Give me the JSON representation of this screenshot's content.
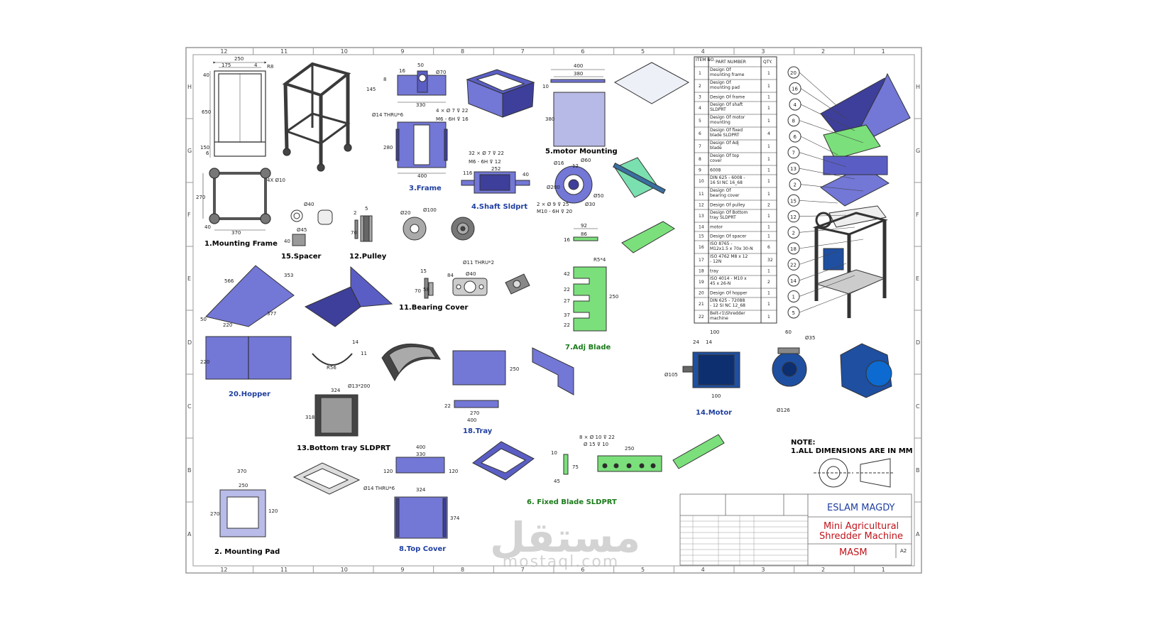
{
  "zones": {
    "cols": [
      "12",
      "11",
      "10",
      "9",
      "8",
      "7",
      "6",
      "5",
      "4",
      "3",
      "2",
      "1"
    ],
    "rows": [
      "H",
      "G",
      "F",
      "E",
      "D",
      "C",
      "B",
      "A"
    ]
  },
  "colors": {
    "part": "#7377d6",
    "part_dark": "#3e3f9a",
    "blade": "#7be07b",
    "frame": "#4a4a4a",
    "blue_label": "#1f3fa0",
    "green_label": "#1a7a1a",
    "red": "#c0141b"
  },
  "labels": {
    "mounting_frame": "1.Mounting Frame",
    "mounting_pad": "2. Mounting Pad",
    "frame": "3.Frame",
    "shaft": "4.Shaft Sldprt",
    "motor_mounting": "5.motor Mounting",
    "fixed_blade": "6. Fixed Blade SLDPRT",
    "adj_blade": "7.Adj Blade",
    "top_cover": "8.Top Cover",
    "bearing_cover": "11.Bearing Cover",
    "pulley": "12.Pulley",
    "bottom_tray": "13.Bottom tray SLDPRT",
    "motor": "14.Motor",
    "spacer": "15.Spacer",
    "tray": "18.Tray",
    "hopper": "20.Hopper"
  },
  "dims": {
    "mf_250": "250",
    "mf_175": "175",
    "mf_4": "4",
    "mf_r8": "R8",
    "mf_40": "40",
    "mf_650": "650",
    "mf_150": "150",
    "mf_6": "6",
    "mf_270": "270",
    "mf_4x10": "4X Ø10",
    "mf_370": "370",
    "mf_40b": "40",
    "fr_8": "8",
    "fr_50": "50",
    "fr_70": "Ø70",
    "fr_14_top": "16",
    "fr_145": "145",
    "fr_330": "330",
    "fr_thru": "Ø14 THRU*6",
    "fr_4x7": "4 × Ø 7 ⊽ 22",
    "fr_m6": "M6 - 6H ⊽ 16",
    "fr_280": "280",
    "fr_400": "400",
    "mm_400": "400",
    "mm_380": "380",
    "mm_380v": "380",
    "mm_10": "10",
    "sh_32x7": "32 × Ø 7 ⊽ 22",
    "sh_m6": "M6 - 6H ⊽ 12",
    "sh_252": "252",
    "sh_116": "116",
    "sh_40": "40",
    "sh_16": "Ø16",
    "sh_12": "12",
    "sh_60": "Ø60",
    "sh_200": "Ø200",
    "sh_50": "Ø50",
    "sh_2x9": "2 × Ø 9 ⊽ 25",
    "sh_m10": "M10 - 6H ⊽ 20",
    "sh_30": "Ø30",
    "sp_40": "Ø40",
    "sp_45": "Ø45",
    "sp_40b": "40",
    "pu_5": "5",
    "pu_2": "2",
    "pu_70": "70",
    "pu_20": "Ø20",
    "pu_100": "Ø100",
    "bc_11": "Ø11 THRU*2",
    "bc_84": "84",
    "bc_40": "Ø40",
    "bc_15": "15",
    "bc_70": "70",
    "bc_58": "58",
    "ab_92": "92",
    "ab_86": "86",
    "ab_16": "16",
    "ab_r5": "R5*4",
    "ab_42": "42",
    "ab_22": "22",
    "ab_250": "250",
    "ab_27": "27",
    "ab_37": "37",
    "ab_22b": "22",
    "hp_566": "566",
    "hp_353": "353",
    "hp_50": "50",
    "hp_220": "220",
    "hp_377": "377",
    "hp_220v": "220",
    "br_14": "14",
    "br_11": "11",
    "br_r": "R56",
    "tr_250": "250",
    "tr_22": "22",
    "tr_270": "270",
    "tr_400": "400",
    "bt_324": "324",
    "bt_13": "Ø13*200",
    "bt_318": "318",
    "tc_400": "400",
    "tc_330": "330",
    "tc_120": "120",
    "tc_120b": "120",
    "tc_thru": "Ø14 THRU*6",
    "tc_324": "324",
    "tc_374": "374",
    "fb_8x10": "8 × Ø 10 ⊽ 22",
    "fb_15": "Ø 15 ⊽ 10",
    "fb_250": "250",
    "fb_10": "10",
    "fb_75": "75",
    "fb_45": "45",
    "mp_370": "370",
    "mp_250": "250",
    "mp_270": "270",
    "mp_120": "120",
    "mo_100": "100",
    "mo_24": "24",
    "mo_14": "14",
    "mo_105": "Ø105",
    "mo_100b": "100",
    "mo_60": "60",
    "mo_35": "Ø35",
    "mo_126": "Ø126"
  },
  "bom": {
    "headers": [
      "ITEM NO.",
      "PART NUMBER",
      "QTY."
    ],
    "rows": [
      [
        "1",
        "Design Of mounting frame",
        "1"
      ],
      [
        "2",
        "Design Of mounting pad",
        "1"
      ],
      [
        "3",
        "Design Of frame",
        "1"
      ],
      [
        "4",
        "Design Of shaft SLDPRT",
        "1"
      ],
      [
        "5",
        "Design Of motor mounting",
        "1"
      ],
      [
        "6",
        "Design Of fixed blade SLDPRT",
        "4"
      ],
      [
        "7",
        "Design Of Adj blade",
        "1"
      ],
      [
        "8",
        "Design Of top cover",
        "1"
      ],
      [
        "9",
        "6008",
        "1"
      ],
      [
        "10",
        "DIN 625 - 6008 - 16 SI NC 16_68",
        "1"
      ],
      [
        "11",
        "Design Of bearing cover",
        "1"
      ],
      [
        "12",
        "Design Of pulley",
        "2"
      ],
      [
        "13",
        "Design Of Bottom tray SLDPRT",
        "1"
      ],
      [
        "14",
        "motor",
        "1"
      ],
      [
        "15",
        "Design Of spacer",
        "1"
      ],
      [
        "16",
        "ISO 8765 - M12x1.5 x 70x 30-N",
        "6"
      ],
      [
        "17",
        "ISO 4762 M8 x 12 - 12N",
        "32"
      ],
      [
        "18",
        "tray",
        "1"
      ],
      [
        "19",
        "ISO 4014 - M10 x 45 x 26-N",
        "2"
      ],
      [
        "20",
        "Design Of hopper",
        "1"
      ],
      [
        "21",
        "DIN 625 - 72088 - 12 SI NC 12_68",
        "1"
      ],
      [
        "22",
        "Belt-r1\\Shredder machine",
        "1"
      ]
    ]
  },
  "balloons": [
    "20",
    "16",
    "4",
    "8",
    "6",
    "7",
    "13",
    "2",
    "15",
    "12",
    "2",
    "18",
    "22",
    "14",
    "1",
    "5"
  ],
  "note": {
    "title": "NOTE:",
    "line": "1.ALL DIMENSIONS ARE IN MM"
  },
  "title_block": {
    "author": "ESLAM MAGDY",
    "title_line1": "Mini Agricultural",
    "title_line2": "Shredder Machine",
    "code": "MASM",
    "size": "A2"
  },
  "watermark": {
    "arabic": "مستقل",
    "latin": "mostaql.com"
  }
}
